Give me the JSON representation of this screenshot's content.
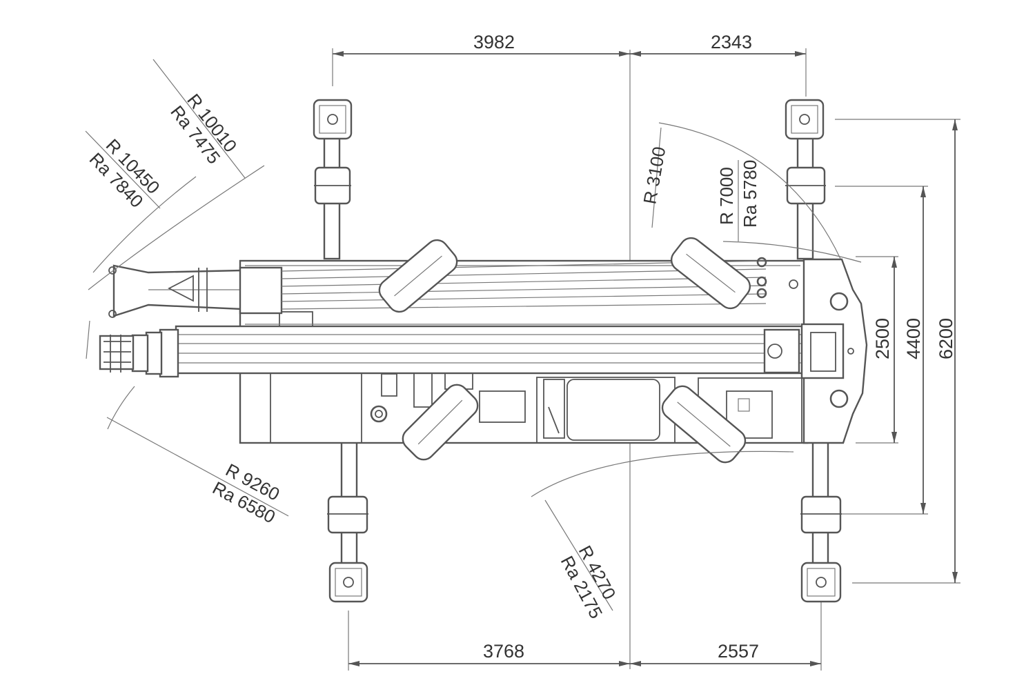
{
  "dimensions": {
    "top_left": "3982",
    "top_right": "2343",
    "bottom_left": "3768",
    "bottom_right": "2557",
    "width_2500": "2500",
    "width_4400": "4400",
    "width_6200": "6200"
  },
  "radii": {
    "r10010": "R 10010",
    "ra7475": "Ra 7475",
    "r10450": "R 10450",
    "ra7840": "Ra 7840",
    "r3100": "R 3100",
    "r7000": "R 7000",
    "ra5780": "Ra 5780",
    "r9260": "R 9260",
    "ra6580": "Ra 6580",
    "r4270": "R 4270",
    "ra2175": "Ra 2175"
  },
  "colors": {
    "line": "#555555",
    "text": "#333333",
    "background": "#ffffff"
  }
}
